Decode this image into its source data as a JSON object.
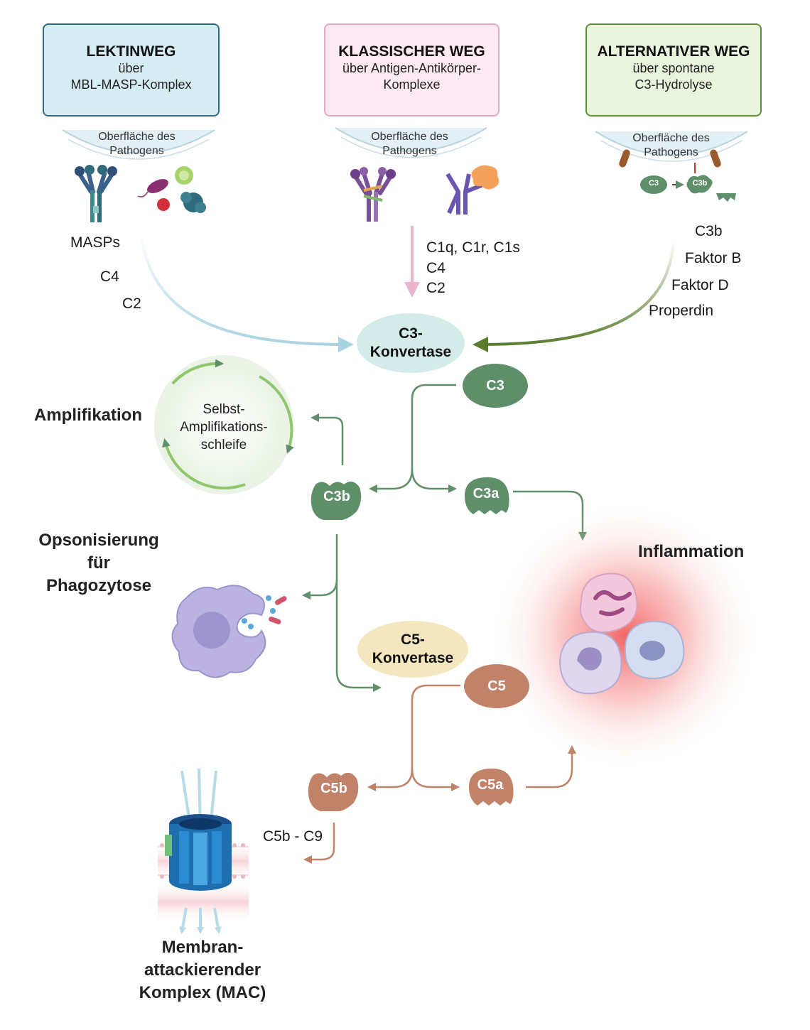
{
  "pathways": {
    "lectin": {
      "title": "LEKTINWEG",
      "line1": "über",
      "line2": "MBL-MASP-Komplex",
      "surface1": "Oberfläche des",
      "surface2": "Pathogens"
    },
    "classical": {
      "title": "KLASSISCHER WEG",
      "line1": "über Antigen-Antikörper-",
      "line2": "Komplexe",
      "surface1": "Oberfläche des",
      "surface2": "Pathogens"
    },
    "alternative": {
      "title": "ALTERNATIVER WEG",
      "line1": "über spontane",
      "line2": "C3-Hydrolyse",
      "surface1": "Oberfläche des",
      "surface2": "Pathogens",
      "c3": "C3",
      "c3b": "C3b"
    }
  },
  "lectin_factors": {
    "masps": "MASPs",
    "c4": "C4",
    "c2": "C2"
  },
  "classical_factors": {
    "c1": "C1q, C1r, C1s",
    "c4": "C4",
    "c2": "C2"
  },
  "alternative_factors": {
    "c3b": "C3b",
    "faktor_b": "Faktor B",
    "faktor_d": "Faktor D",
    "properdin": "Properdin"
  },
  "c3_convertase": {
    "line1": "C3-",
    "line2": "Konvertase"
  },
  "c5_convertase": {
    "line1": "C5-",
    "line2": "Konvertase"
  },
  "proteins": {
    "c3": "C3",
    "c3b": "C3b",
    "c3a": "C3a",
    "c5": "C5",
    "c5b": "C5b",
    "c5a": "C5a",
    "c5b_c9": "C5b - C9"
  },
  "amplification": {
    "heading": "Amplifikation",
    "loop1": "Selbst-",
    "loop2": "Amplifikations-",
    "loop3": "schleife"
  },
  "opsonization": {
    "line1": "Opsonisierung",
    "line2": "für",
    "line3": "Phagozytose"
  },
  "inflammation": "Inflammation",
  "mac": {
    "line1": "Membran-",
    "line2": "attackierender",
    "line3": "Komplex (MAC)"
  },
  "colors": {
    "lectin_border": "#2f6b7d",
    "lectin_fill": "#d6ecf3",
    "classical_border": "#e6a9c6",
    "classical_fill": "#fce9f1",
    "alternative_border": "#5f8f3a",
    "alternative_fill": "#e9f4dc",
    "green": "#5e8f69",
    "brown": "#c1826a"
  }
}
